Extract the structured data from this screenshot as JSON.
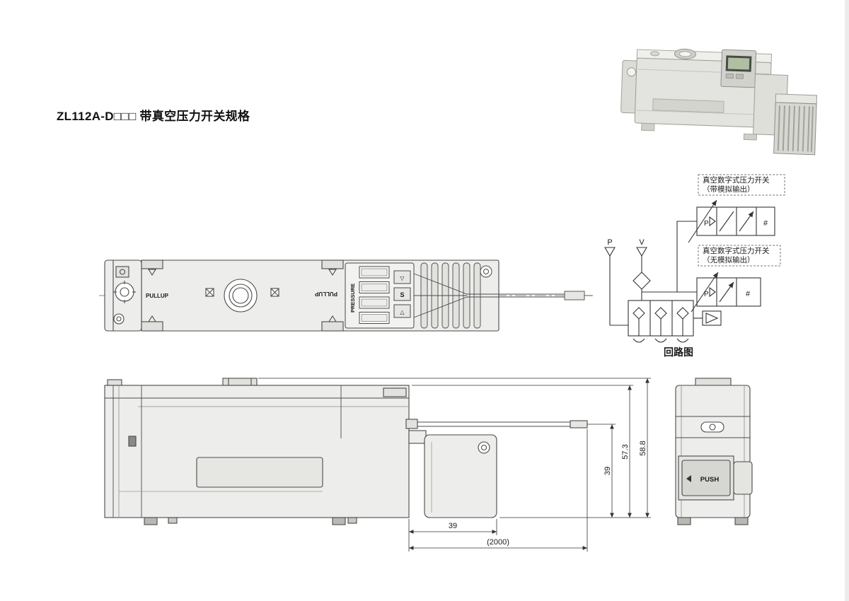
{
  "page": {
    "title": "ZL112A-D□□□ 带真空压力开关规格"
  },
  "colors": {
    "line": "#4a4a4a",
    "body_fill": "#ededeb",
    "dim_line": "#333333",
    "page_bg": "#ffffff"
  },
  "circuit": {
    "switch_top_label_line1": "真空数字式压力开关",
    "switch_top_label_line2": "（带模拟输出）",
    "switch_bottom_label_line1": "真空数字式压力开关",
    "switch_bottom_label_line2": "（无模拟输出）",
    "port_p": "P",
    "port_v": "V",
    "symbol_p_top": "P",
    "symbol_hash_top": "#",
    "symbol_p_bottom": "P",
    "symbol_hash_bottom": "#",
    "caption": "回路图"
  },
  "top_view": {
    "pullup_left": "PULLUP",
    "pullup_right": "PULLUP",
    "pressure_label": "PRESSURE",
    "btn_down": "▽",
    "btn_set": "S",
    "btn_up": "△"
  },
  "dimensions": {
    "switch_width": "39",
    "cable_length": "(2000)",
    "cable_height": "39",
    "body_height": "57.3",
    "total_height": "58.8"
  },
  "end_view": {
    "push_label": "PUSH"
  }
}
